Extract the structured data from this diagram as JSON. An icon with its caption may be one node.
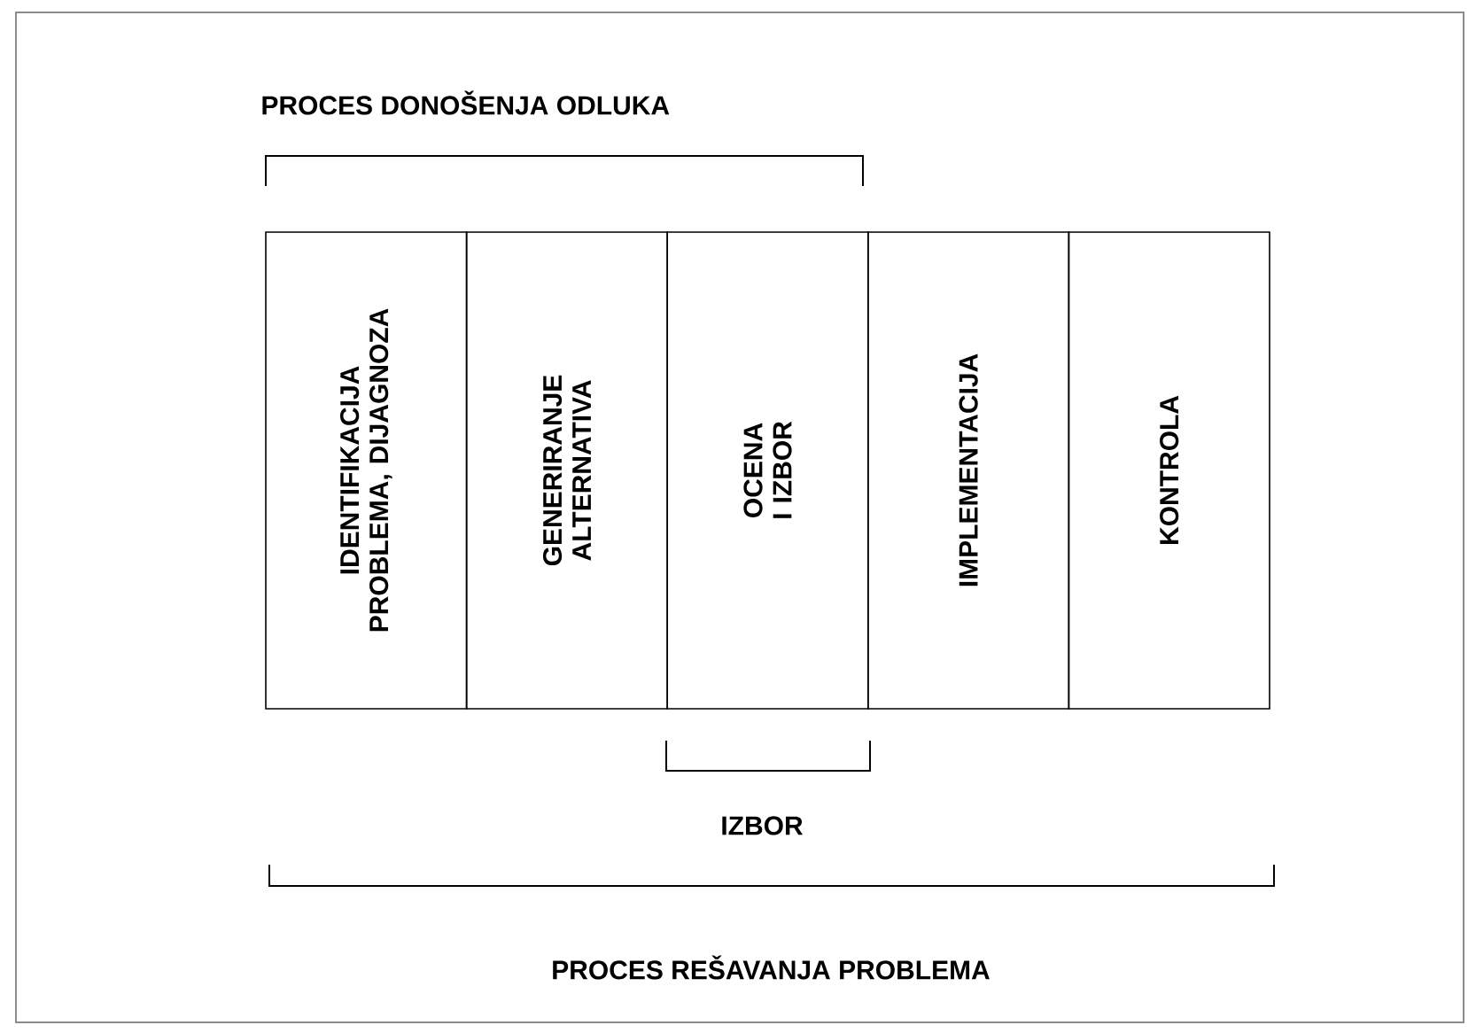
{
  "diagram": {
    "nodes": [
      {
        "text": [
          "IDENTIFIKACIJA PROBLEMA, DIJAGNOZA"
        ]
      },
      {
        "text": [
          "GENERIRANJE ALTERNATIVA"
        ]
      },
      {
        "text": [
          "OCENA I IZBOR"
        ]
      },
      {
        "text": [
          "IMPLEMENTACIJA"
        ]
      },
      {
        "text": [
          "KONTROLA"
        ]
      }
    ],
    "labels": [
      "PROCES DONOŠENJA ODLUKA",
      "IZBOR",
      "PROCES REŠAVANJA PROBLEMA"
    ]
  }
}
